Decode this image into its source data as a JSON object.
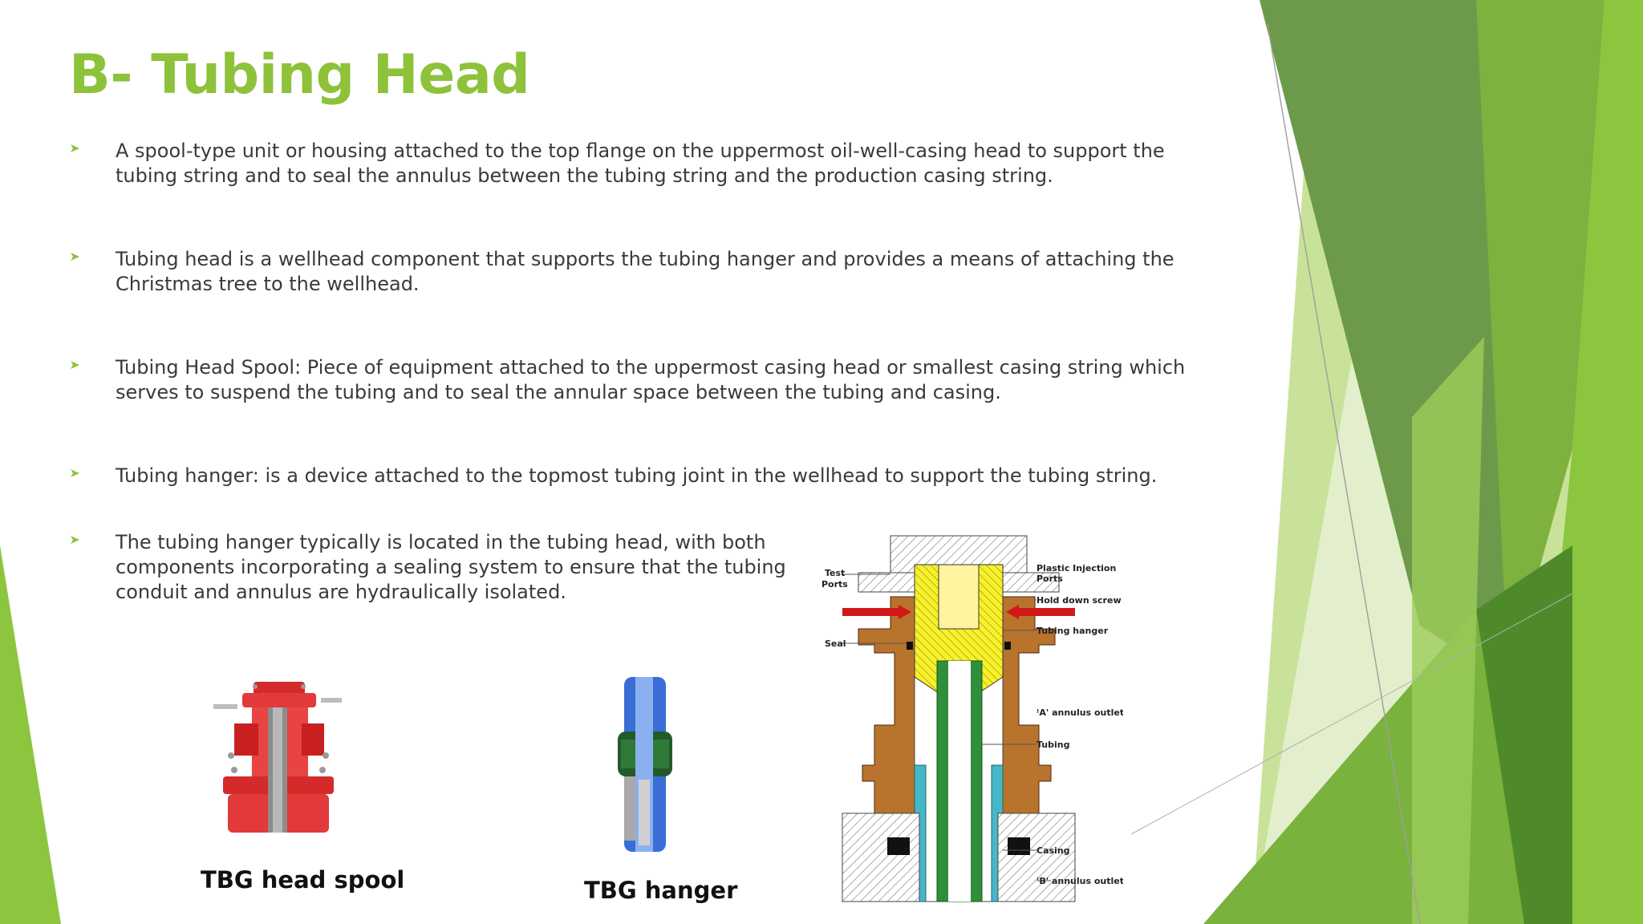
{
  "slide": {
    "title": "B- Tubing Head",
    "bullets": [
      "A spool-type unit or housing attached to the top flange on the uppermost oil-well-casing head to support the tubing string and to seal the annulus between the tubing string and the production casing string.",
      "Tubing head is a wellhead component that supports the tubing hanger and provides a means of attaching the Christmas tree to the wellhead.",
      "Tubing Head Spool: Piece of equipment attached to the uppermost casing head or smallest casing string which serves to suspend the tubing and to seal the annular space between the tubing and casing.",
      "Tubing hanger: is a device attached to the topmost tubing joint in the wellhead to support the tubing string.",
      "The tubing hanger typically is located in the tubing head, with both components incorporating a sealing system to ensure that the tubing conduit and annulus are hydraulically isolated."
    ],
    "bullet_icon": "arrowhead-bullet-icon",
    "accent_color": "#8dc23a"
  },
  "figures": {
    "spool_caption": "TBG head spool",
    "hanger_caption": "TBG hanger",
    "diagram_labels": {
      "test_ports_1": "Test",
      "test_ports_2": "Ports",
      "seal": "Seal",
      "plastic_injection_1": "Plastic Injection",
      "plastic_injection_2": "Ports",
      "hold_down_screw": "Hold down screw",
      "tubing_hanger": "Tubing hanger",
      "a_annulus": "'A' annulus outlet",
      "tubing": "Tubing",
      "casing": "Casing",
      "b_annulus": "'B' annulus outlet"
    }
  }
}
